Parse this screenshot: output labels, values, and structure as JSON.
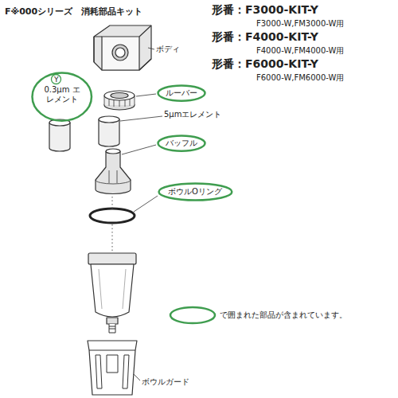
{
  "diagram": {
    "title": "F※000シリーズ　消耗部品キット",
    "nodes": [
      {
        "text": [
          "0.3μm エレメント"
        ]
      },
      {
        "text": [
          "Y"
        ],
        "in": 0
      },
      {
        "text": [
          "ルーバー"
        ]
      },
      {
        "text": [
          "バッフル"
        ]
      },
      {
        "text": [
          "ボウルOリング"
        ]
      }
    ],
    "labels": [
      "形番：F3000-KIT-Y",
      "F3000-W,FM3000-W用",
      "形番：F4000-KIT-Y",
      "F4000-W,FM4000-W用",
      "形番：F6000-KIT-Y",
      "F6000-W,FM6000-W用",
      "ボディ",
      "5μmエレメント",
      "ボウルガード"
    ],
    "legend": [
      {
        "text": "で囲まれた部品が含まれています。"
      }
    ]
  }
}
